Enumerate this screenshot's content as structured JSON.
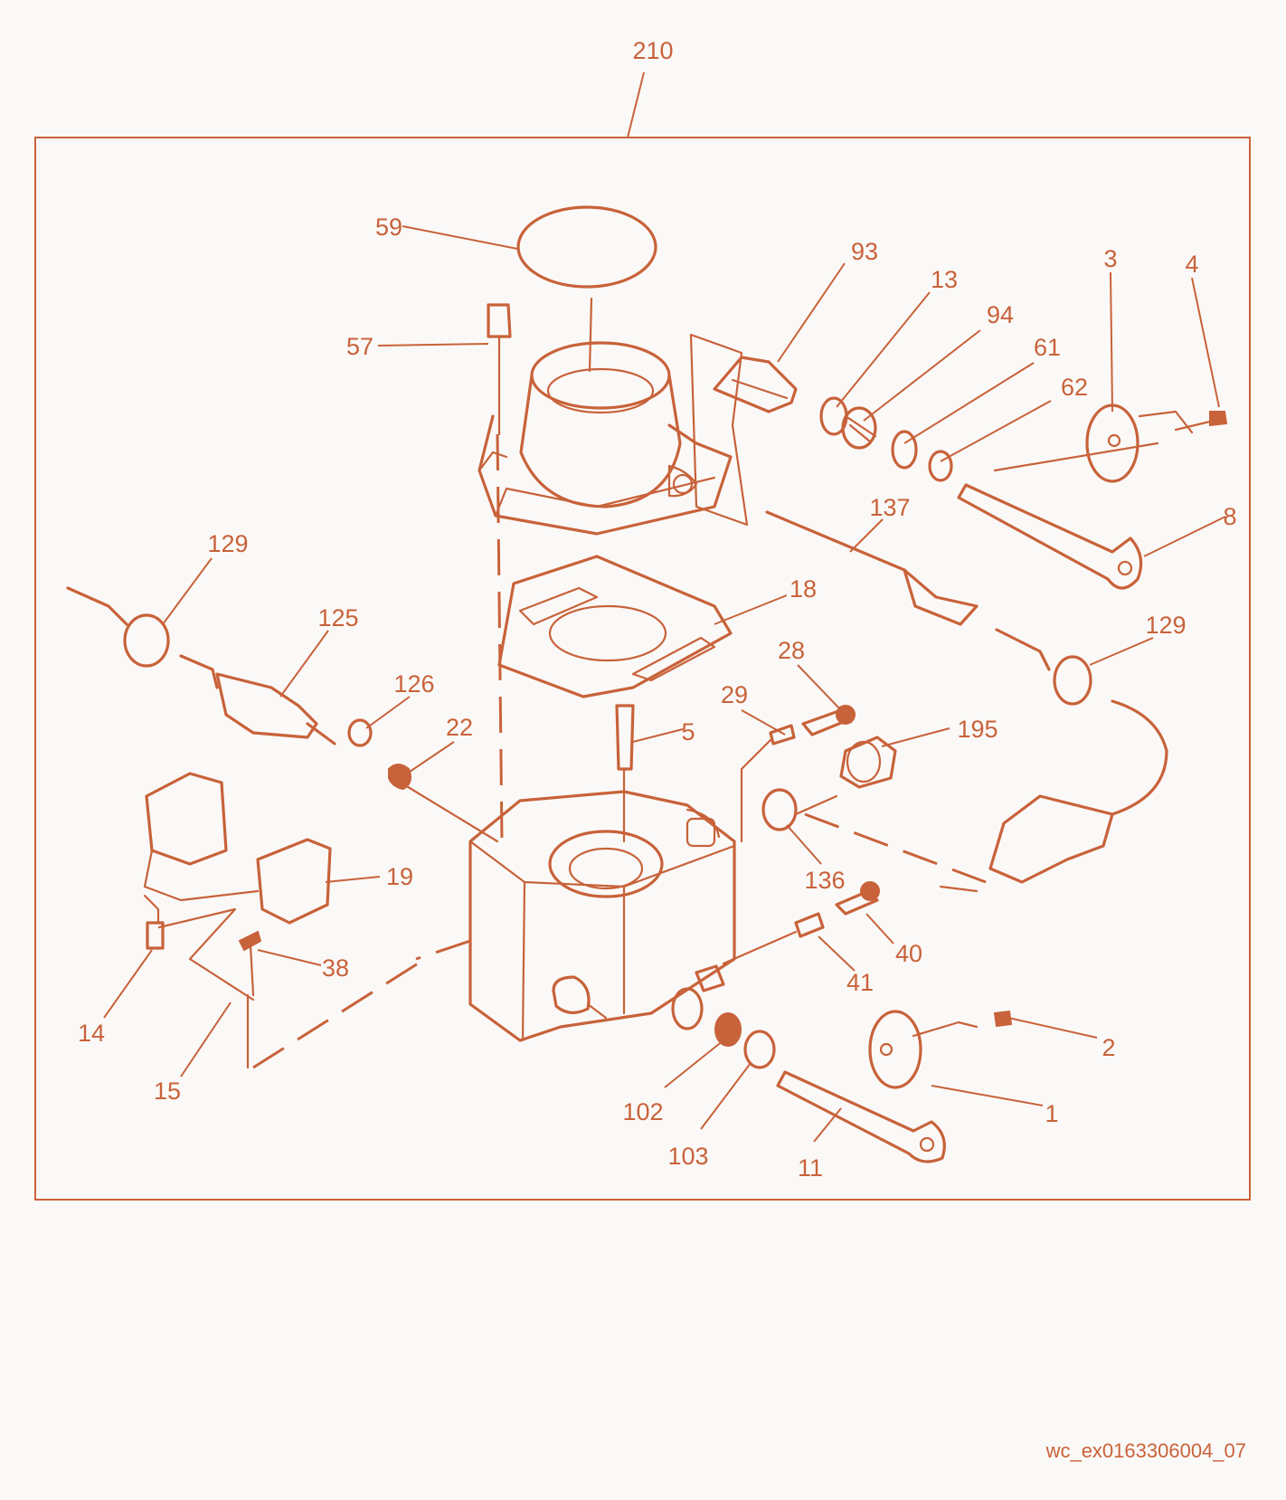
{
  "reference_code": "wc_ex0163306004_07",
  "accent_color": "#c8623a",
  "background_color": "#fbf9f7",
  "callouts": {
    "c210": "210",
    "c59": "59",
    "c57": "57",
    "c93": "93",
    "c13": "13",
    "c94": "94",
    "c61": "61",
    "c62": "62",
    "c3": "3",
    "c4": "4",
    "c8": "8",
    "c137": "137",
    "c129a": "129",
    "c129b": "129",
    "c125": "125",
    "c126": "126",
    "c22": "22",
    "c18": "18",
    "c28": "28",
    "c29": "29",
    "c5": "5",
    "c195": "195",
    "c136": "136",
    "c19": "19",
    "c38": "38",
    "c14": "14",
    "c15": "15",
    "c40": "40",
    "c41": "41",
    "c2": "2",
    "c1": "1",
    "c102": "102",
    "c103": "103",
    "c11": "11"
  }
}
